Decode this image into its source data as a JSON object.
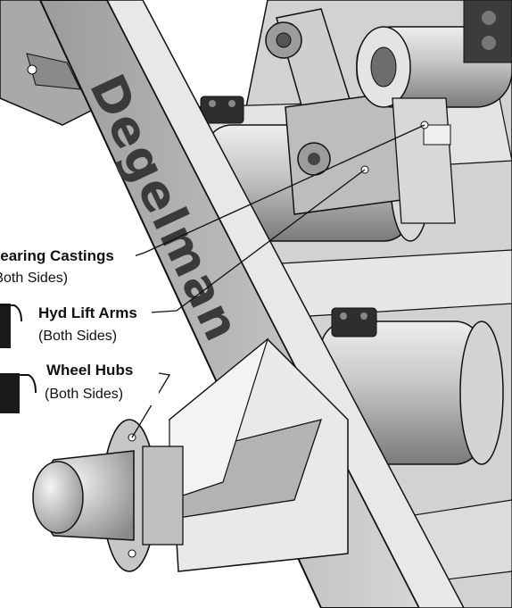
{
  "brand": {
    "logo_text": "Degelman"
  },
  "callouts": [
    {
      "title": "Bearing Castings",
      "subtitle": "(Both Sides)"
    },
    {
      "title": "Hyd Lift Arms",
      "subtitle": "(Both Sides)"
    },
    {
      "title": "Wheel Hubs",
      "subtitle": "(Both Sides)"
    }
  ],
  "colors": {
    "frame": "#c9c9c9",
    "shadow": "#7d7d7d",
    "metal_dark": "#4a4a4a",
    "outline": "#111111"
  }
}
